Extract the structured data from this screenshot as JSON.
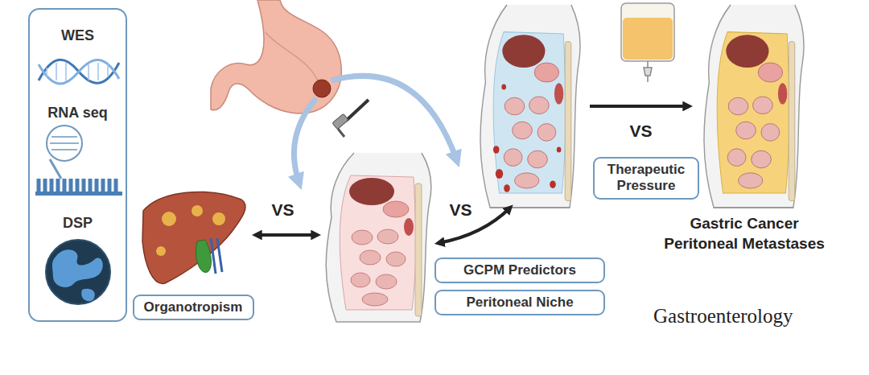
{
  "diagram": {
    "nodes": [
      {
        "text": [
          "WES",
          "RNA seq",
          "DSP"
        ]
      },
      {
        "text": [
          "Therapeutic Pressure"
        ]
      },
      {
        "text": [
          "Organotropism"
        ]
      },
      {
        "text": [
          "GCPM Predictors"
        ]
      },
      {
        "text": [
          "Peritoneal Niche"
        ]
      }
    ],
    "labels": [
      "VS",
      "VS",
      "VS",
      "Gastric Cancer Peritoneal Metastases",
      "Gastroenterology"
    ]
  }
}
